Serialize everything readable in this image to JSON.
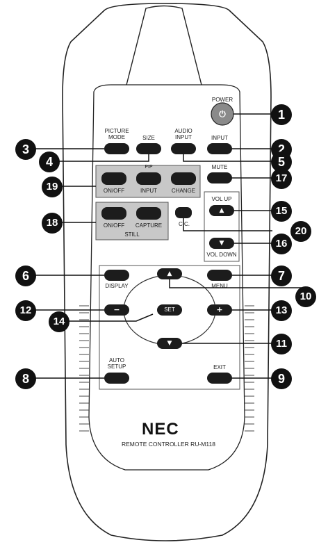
{
  "brand": "NEC",
  "model": "REMOTE CONTROLLER RU-M118",
  "labels": {
    "power": "POWER",
    "picture_mode": "PICTURE\nMODE",
    "size": "SIZE",
    "audio_input": "AUDIO\nINPUT",
    "input": "INPUT",
    "pip": "PIP",
    "pip_on_off": "ON/OFF",
    "pip_input": "INPUT",
    "pip_change": "CHANGE",
    "mute": "MUTE",
    "vol_up": "VOL UP",
    "vol_down": "VOL DOWN",
    "still_on_off": "ON/OFF",
    "capture": "CAPTURE",
    "still": "STILL",
    "cc": "C.C.",
    "display": "DISPLAY",
    "menu": "MENU",
    "set": "SET",
    "auto_setup": "AUTO\nSETUP",
    "exit": "EXIT"
  },
  "glyphs": {
    "power": "⏻",
    "up": "▲",
    "down": "▼",
    "minus": "−",
    "plus": "+"
  },
  "callouts": [
    "1",
    "2",
    "3",
    "4",
    "5",
    "17",
    "19",
    "15",
    "18",
    "20",
    "16",
    "6",
    "7",
    "10",
    "12",
    "13",
    "14",
    "11",
    "8",
    "9"
  ],
  "colors": {
    "body": "#ffffff",
    "outline": "#222222",
    "button": "#1c1c1c",
    "group_fill": "#c8c8c8",
    "power_button": "#8a8a8a",
    "marker": "#111111"
  }
}
